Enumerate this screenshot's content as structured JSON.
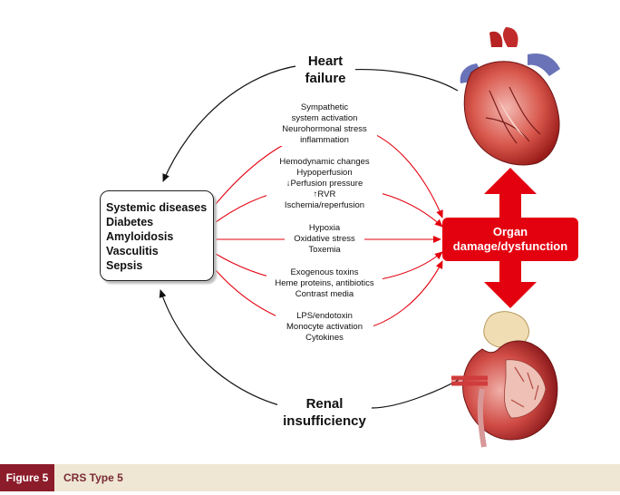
{
  "heart_label": [
    "Heart",
    "failure"
  ],
  "renal_label": [
    "Renal",
    "insufficiency"
  ],
  "systemic_box": [
    "Systemic diseases",
    "Diabetes",
    "Amyloidosis",
    "Vasculitis",
    "Sepsis"
  ],
  "mechanisms": [
    [
      "Sympathetic",
      "system activation",
      "Neurohormonal stress",
      "inflammation"
    ],
    [
      "Hemodynamic changes",
      "Hypoperfusion",
      "↓Perfusion pressure",
      "↑RVR",
      "Ischemia/reperfusion"
    ],
    [
      "Hypoxia",
      "Oxidative stress",
      "Toxemia"
    ],
    [
      "Exogenous toxins",
      "Heme proteins, antibiotics",
      "Contrast media"
    ],
    [
      "LPS/endotoxin",
      "Monocyte activation",
      "Cytokines"
    ]
  ],
  "organ_box": [
    "Organ",
    "damage/dysfunction"
  ],
  "caption": {
    "tag": "Figure 5",
    "title": "CRS Type 5"
  },
  "colors": {
    "arrow_red": "#e3000f",
    "caption_tag": "#8c1c2a",
    "caption_bg": "#efe7d3"
  }
}
